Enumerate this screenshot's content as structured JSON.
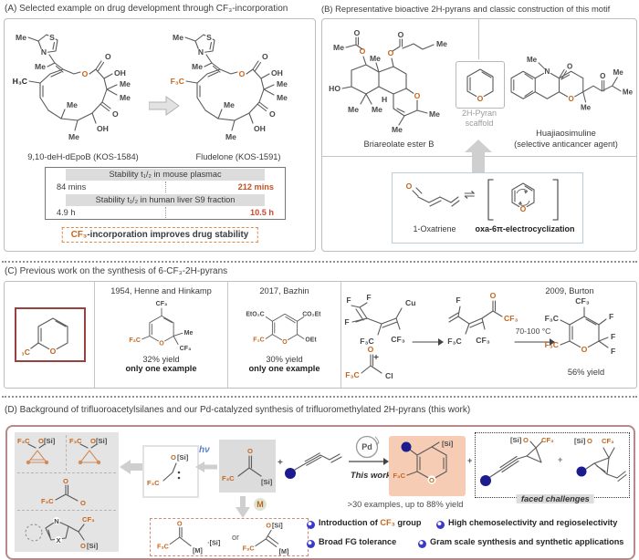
{
  "colors": {
    "accent_orange": "#c4661f",
    "ring_oxygen_orange": "#cf8d5e",
    "value_orange": "#c55325",
    "value_red": "#c94a32",
    "navy_dot": "#1c1c8f",
    "bullet_blue": "#3a3ac8",
    "hv_blue": "#5b7fd4",
    "panel_border": "#bdbdbd",
    "panel_d_border": "#b78989",
    "red_box_border": "#994040",
    "product_highlight": "#f6cdb4"
  },
  "atoms": {
    "me": "Me",
    "h3c": "H₃C",
    "f3c": "F₃C",
    "cf3": "CF₃",
    "oh": "OH",
    "ho": "HO",
    "o": "O",
    "s": "S",
    "n": "N",
    "x": "X",
    "h": "H",
    "f": "F",
    "cu": "Cu",
    "cl": "Cl",
    "si": "[Si]",
    "m": "[M]",
    "dot_si": "·[Si]",
    "eto2c": "EtO₂C",
    "co2et": "CO₂Et",
    "oet": "OEt",
    "plus": "+",
    "or": "or"
  },
  "panelA": {
    "title": "(A) Selected example on drug development through CF₃-incorporation",
    "left_name": "9,10-deH-dEpoB (KOS-1584)",
    "right_name": "Fludelone (KOS-1591)",
    "table": {
      "header1": "Stability t₁/₂ in mouse plasmac",
      "v1a": "84 mins",
      "v1b": "212 mins",
      "header2": "Stability t₁/₂ in human liver S9 fraction",
      "v2a": "4.9 h",
      "v2b": "10.5 h"
    },
    "conclusion": {
      "cf3": "CF₃",
      "rest": "-incorporation improves drug stability"
    }
  },
  "panelB": {
    "title": "(B) Representative bioactive 2H-pyrans and classic construction of this motif",
    "briareolate": "Briareolate ester B",
    "scaffold1": "2H-Pyran",
    "scaffold2": "scaffold",
    "huajiao1": "Huajiaosimuline",
    "huajiao2": "(selective anticancer agent)",
    "oxatriene": "1-Oxatriene",
    "electro": "oxa-6π-electrocyclization",
    "equil": "⇌"
  },
  "panelC": {
    "title": "(C) Previous work on the synthesis of 6-CF₃-2H-pyrans",
    "w1": {
      "ref": "1954, Henne and Hinkamp",
      "yield": "32% yield",
      "note": "only one example"
    },
    "w2": {
      "ref": "2017, Bazhin",
      "yield": "30% yield",
      "note": "only one example"
    },
    "w3": {
      "ref": "2009, Burton",
      "cond": "70-100 °C",
      "yield": "56% yield"
    }
  },
  "panelD": {
    "title": "(D) Background of trifluoroacetylsilanes and our Pd-catalyzed synthesis of trifluoromethylated 2H-pyrans (this work)",
    "hv": "hν",
    "m": "M",
    "pd": "Pd",
    "this_work": "This work",
    "examples": ">30 examples, up to 88% yield",
    "challenges": "faced challenges",
    "b1a": "Introduction of ",
    "b1b": "CF₃",
    "b1c": " group",
    "b2": "High chemoselectivity and regioselectivity",
    "b3": "Broad FG tolerance",
    "b4": "Gram scale synthesis and synthetic applications"
  }
}
